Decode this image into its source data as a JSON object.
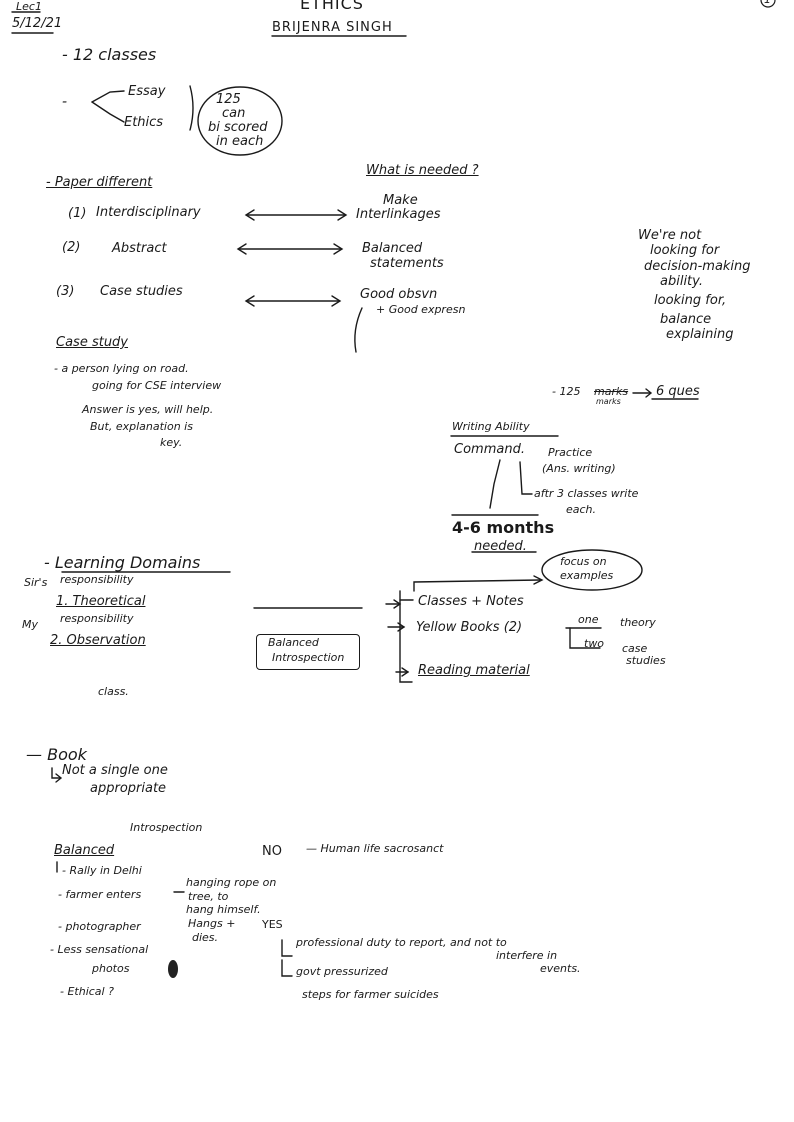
{
  "header": {
    "lec": "Lec1",
    "date": "5/12/21",
    "subject": "ETHICS",
    "teacher": "BRIJENRA SINGH",
    "page_num": "1"
  },
  "intro": {
    "classes": "- 12 classes",
    "essay": "Essay",
    "ethics": "Ethics",
    "score_note": [
      "125",
      "can",
      "bi scored",
      "in each"
    ]
  },
  "paper": {
    "heading": "- Paper different",
    "what_needed": "What is needed ?",
    "items": [
      {
        "num": "1",
        "label": "Interdisciplinary",
        "need": [
          "Make",
          "Interlinkages"
        ]
      },
      {
        "num": "2",
        "label": "Abstract",
        "need": [
          "Balanced",
          "statements"
        ]
      },
      {
        "num": "3",
        "label": "Case studies",
        "need": [
          "Good obsvn",
          "+ Good expresn"
        ]
      }
    ],
    "side_note": [
      "We're not",
      "looking for",
      "decision-making",
      "ability.",
      "looking for,",
      "balance",
      "explaining"
    ]
  },
  "case_study": {
    "heading": "Case study",
    "lines": [
      "- a person lying on road.",
      "going for CSE interview"
    ],
    "answer": [
      "Answer is yes, will help.",
      "But, explanation is",
      "key."
    ]
  },
  "marks": {
    "left": "- 125",
    "struck": "marks",
    "sub": "marks",
    "right": "6 ques"
  },
  "writing": {
    "heading": "Writing Ability",
    "command": "Command.",
    "practice": "Practice",
    "ans_writing": "(Ans. writing)",
    "after": "aftr 3 classes write",
    "each": "each.",
    "months": "4-6 months",
    "needed": "needed."
  },
  "domains": {
    "heading": "- Learning Domains",
    "sirs": "Sir's",
    "resp1": "responsibility",
    "theoretical": "1. Theoretical",
    "my": "My",
    "resp2": "responsibility",
    "observation": "2. Observation",
    "balanced_introspection": [
      "Balanced",
      "Introspection"
    ],
    "class": "class.",
    "focus": [
      "focus on",
      "examples"
    ],
    "resources": [
      "Classes + Notes",
      "Yellow Books (2)",
      "Reading material"
    ],
    "yellow_one": "one",
    "yellow_one_val": "theory",
    "yellow_two": "two",
    "yellow_two_val": [
      "case",
      "studies"
    ]
  },
  "book": {
    "heading": "— Book",
    "lines": [
      "Not a single one",
      "appropriate"
    ]
  },
  "bottom": {
    "introspection": "Introspection",
    "balanced": "Balanced",
    "no": "NO",
    "human_life": "— Human life sacrosanct",
    "items": [
      "- Rally in Delhi",
      "- farmer enters",
      "- photographer",
      "- Less sensational",
      "photos",
      "- Ethical ?"
    ],
    "hanging": [
      "hanging rope on",
      "tree, to",
      "hang himself.",
      "Hangs +",
      "dies."
    ],
    "yes": "YES",
    "prof_duty": "professional duty to report, and not to",
    "interfere": [
      "interfere in",
      "events."
    ],
    "govt": "govt pressurized",
    "steps": "steps for farmer suicides"
  }
}
